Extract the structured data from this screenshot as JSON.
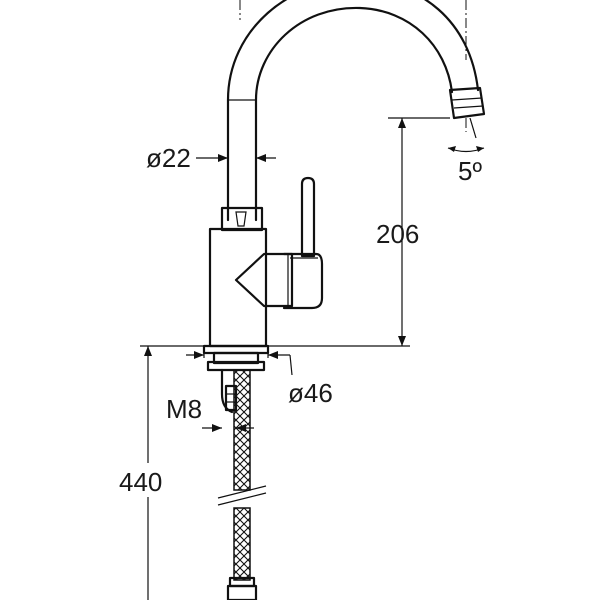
{
  "dimensions": {
    "spout_diameter": "ø22",
    "spout_angle": "5º",
    "spout_height": "206",
    "base_diameter": "ø46",
    "thread": "M8",
    "hose_length": "440"
  },
  "colors": {
    "line": "#111111",
    "background": "#ffffff"
  }
}
